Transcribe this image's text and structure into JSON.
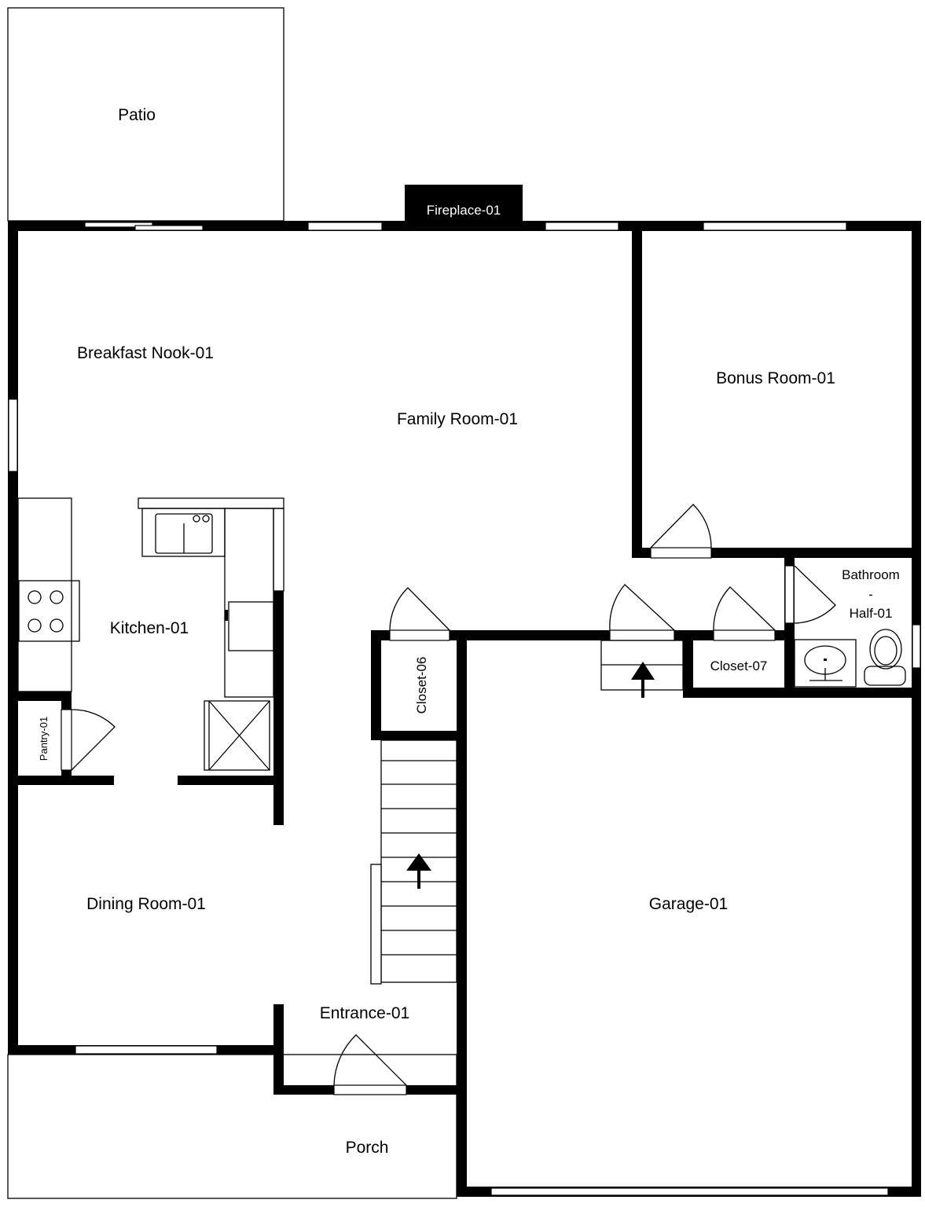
{
  "rooms": {
    "patio": "Patio",
    "fireplace": "Fireplace-01",
    "breakfast_nook": "Breakfast Nook-01",
    "family_room": "Family Room-01",
    "bonus_room": "Bonus Room-01",
    "kitchen": "Kitchen-01",
    "pantry": "Pantry-01",
    "closet_06": "Closet-06",
    "closet_07": "Closet-07",
    "bathroom_line1": "Bathroom",
    "bathroom_line2": "-",
    "bathroom_line3": "Half-01",
    "dining_room": "Dining Room-01",
    "entrance": "Entrance-01",
    "garage": "Garage-01",
    "porch": "Porch"
  },
  "colors": {
    "wall": "#000000",
    "background": "#ffffff"
  }
}
